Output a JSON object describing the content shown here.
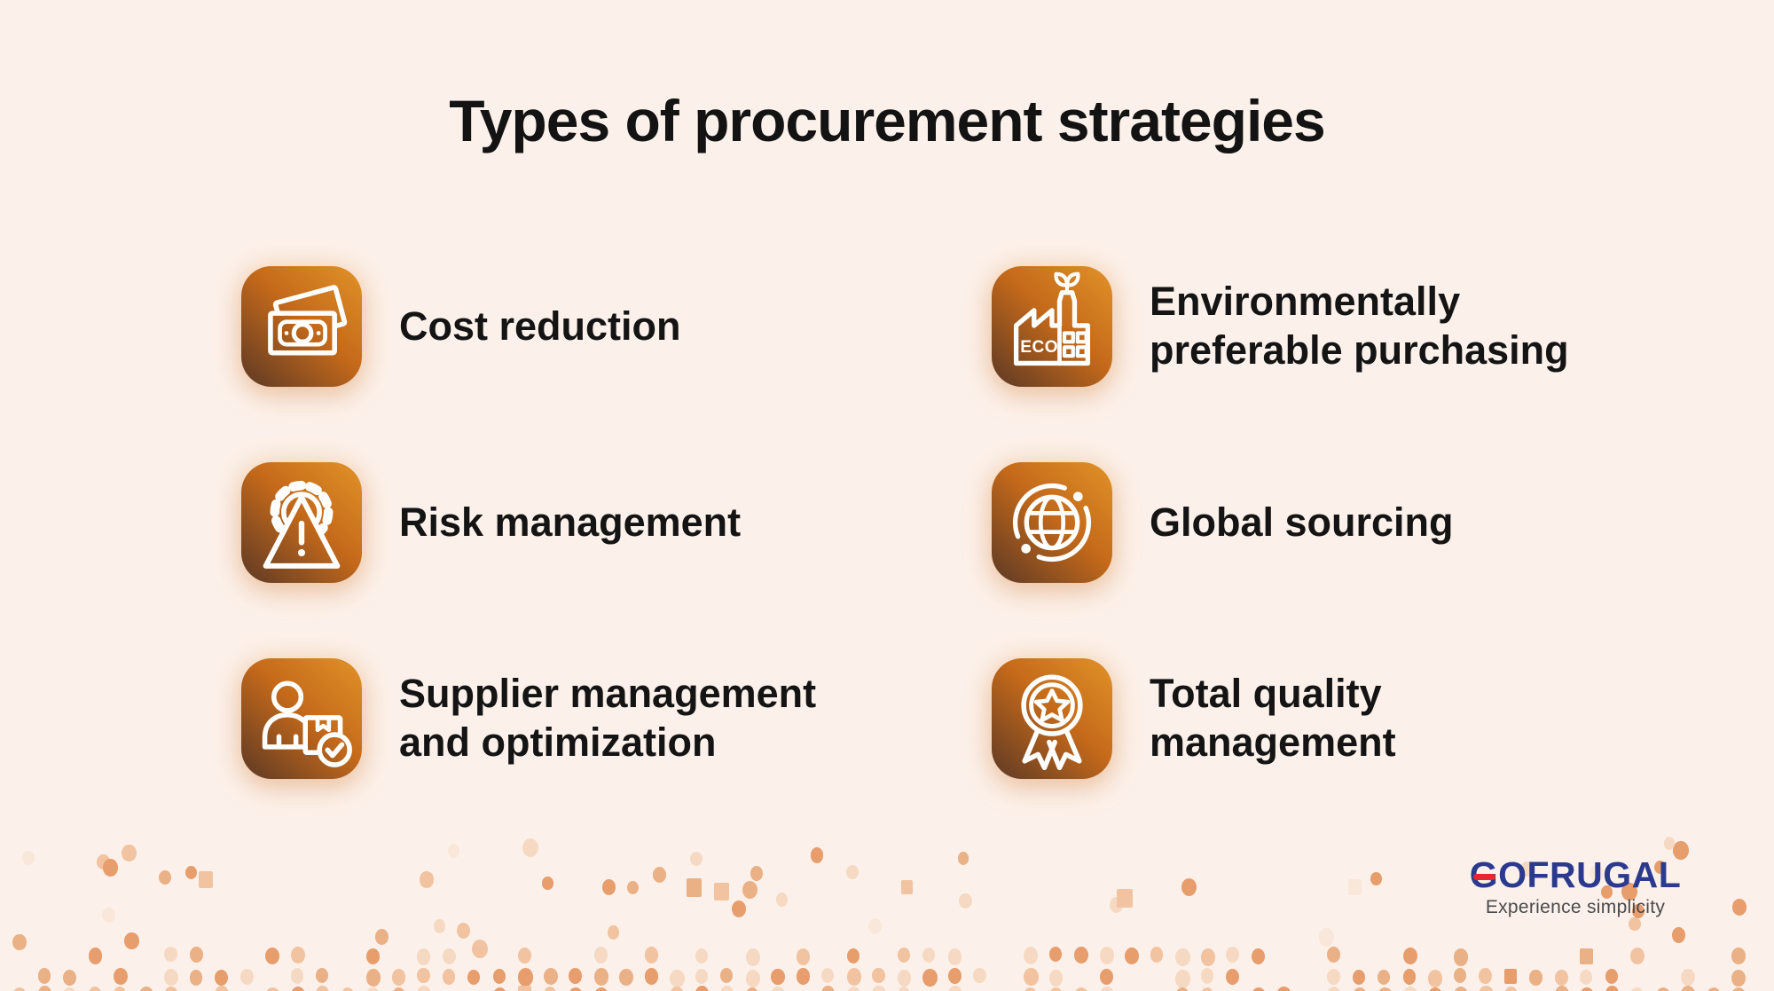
{
  "title": "Types of procurement strategies",
  "items": [
    {
      "label": "Cost reduction",
      "icon": "money-banknotes-icon"
    },
    {
      "label": "Risk management",
      "icon": "gear-warning-icon"
    },
    {
      "label": [
        "Supplier management",
        "and optimization"
      ],
      "icon": "supplier-box-check-icon"
    },
    {
      "label": [
        "Environmentally",
        "preferable purchasing"
      ],
      "icon": "eco-factory-icon"
    },
    {
      "label": "Global sourcing",
      "icon": "globe-orbit-icon"
    },
    {
      "label": [
        "Total quality",
        "management"
      ],
      "icon": "award-medal-icon"
    }
  ],
  "logo": {
    "brand": "GOFRUGAL",
    "tagline": "Experience simplicity"
  },
  "colors": {
    "background": "#fcf1ea",
    "tile_gradient_start": "#db8a25",
    "tile_gradient_mid": "#c4691a",
    "tile_gradient_end": "#6e4123",
    "brand_navy": "#2b3a8e",
    "brand_red": "#e8262d",
    "dot_palette": [
      "#e79d6c",
      "#eab086",
      "#f1c3a0",
      "#f6d9c2",
      "#f9e7d9"
    ]
  }
}
